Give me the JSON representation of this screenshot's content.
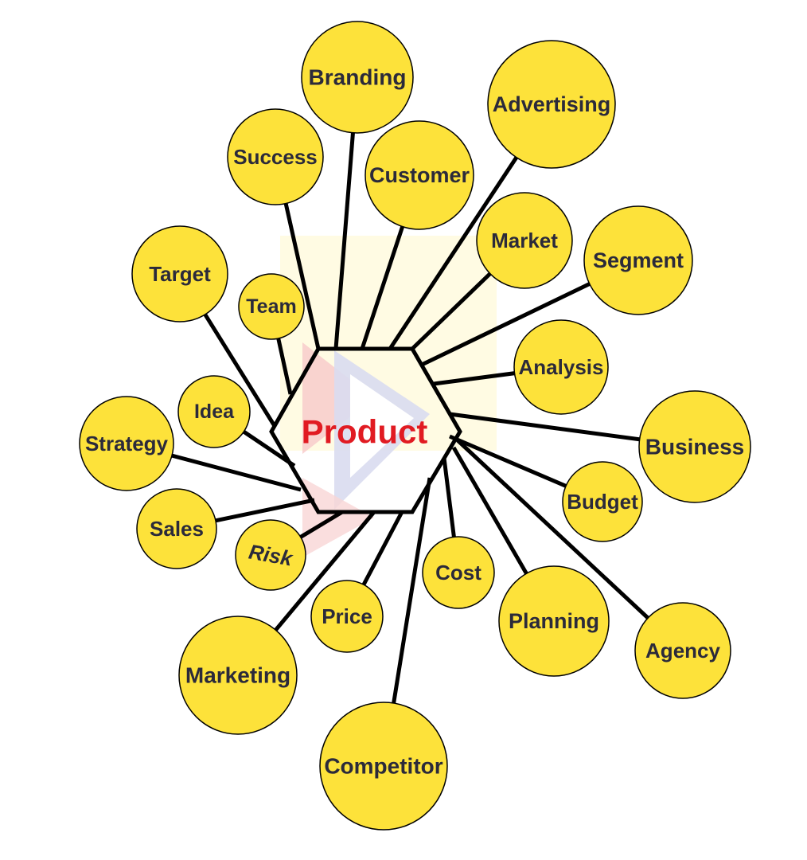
{
  "center": {
    "label": "Product",
    "color": "#e11b22"
  },
  "colors": {
    "bubble_fill": "#fde23a",
    "stroke": "#000000",
    "text": "#2b2a3a"
  },
  "nodes": [
    {
      "id": "branding",
      "label": "Branding"
    },
    {
      "id": "advertising",
      "label": "Advertising"
    },
    {
      "id": "success",
      "label": "Success"
    },
    {
      "id": "customer",
      "label": "Customer"
    },
    {
      "id": "market",
      "label": "Market"
    },
    {
      "id": "segment",
      "label": "Segment"
    },
    {
      "id": "target",
      "label": "Target"
    },
    {
      "id": "team",
      "label": "Team"
    },
    {
      "id": "analysis",
      "label": "Analysis"
    },
    {
      "id": "idea",
      "label": "Idea"
    },
    {
      "id": "strategy",
      "label": "Strategy"
    },
    {
      "id": "business",
      "label": "Business"
    },
    {
      "id": "budget",
      "label": "Budget"
    },
    {
      "id": "sales",
      "label": "Sales"
    },
    {
      "id": "risk",
      "label": "Risk"
    },
    {
      "id": "cost",
      "label": "Cost"
    },
    {
      "id": "price",
      "label": "Price"
    },
    {
      "id": "planning",
      "label": "Planning"
    },
    {
      "id": "agency",
      "label": "Agency"
    },
    {
      "id": "marketing",
      "label": "Marketing"
    },
    {
      "id": "competitor",
      "label": "Competitor"
    }
  ]
}
